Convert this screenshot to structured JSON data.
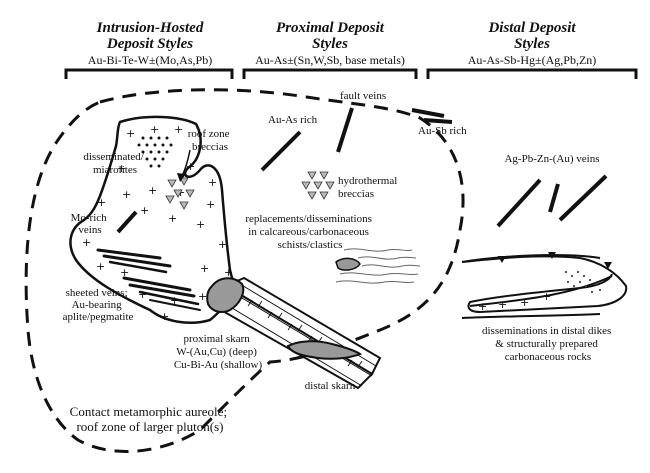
{
  "headers": [
    {
      "line1": "Intrusion-Hosted",
      "line2": "Deposit Styles",
      "metals": "Au-Bi-Te-W±(Mo,As,Pb)"
    },
    {
      "line1": "Proximal Deposit",
      "line2": "Styles",
      "metals": "Au-As±(Sn,W,Sb, base metals)"
    },
    {
      "line1": "Distal Deposit",
      "line2": "Styles",
      "metals": "Au-As-Sb-Hg±(Ag,Pb,Zn)"
    }
  ],
  "labels": {
    "disseminated": [
      "disseminated/",
      "miarolites"
    ],
    "roof_zone": [
      "roof zone",
      "breccias"
    ],
    "mo_rich": [
      "Mo-rich",
      "veins"
    ],
    "sheeted": [
      "sheeted veins;",
      "Au-bearing",
      "aplite/pegmatite"
    ],
    "proximal_skarn": [
      "proximal skarn",
      "W-(Au,Cu) (deep)",
      "Cu-Bi-Au (shallow)"
    ],
    "au_as_rich": "Au-As rich",
    "fault_veins": "fault veins",
    "au_sb_rich": "Au-Sb rich",
    "hydrothermal": [
      "hydrothermal",
      "breccias"
    ],
    "replacements": [
      "replacements/disseminations",
      "in calcareous/carbonaceous",
      "schists/clastics"
    ],
    "ag_veins": "Ag-Pb-Zn-(Au) veins",
    "distal_dikes": [
      "disseminations in distal dikes",
      "& structurally prepared",
      "carbonaceous rocks"
    ],
    "distal_skarn": "distal skarn",
    "aureole": [
      "Contact metamorphic aureole;",
      "roof zone of larger pluton(s)"
    ]
  }
}
